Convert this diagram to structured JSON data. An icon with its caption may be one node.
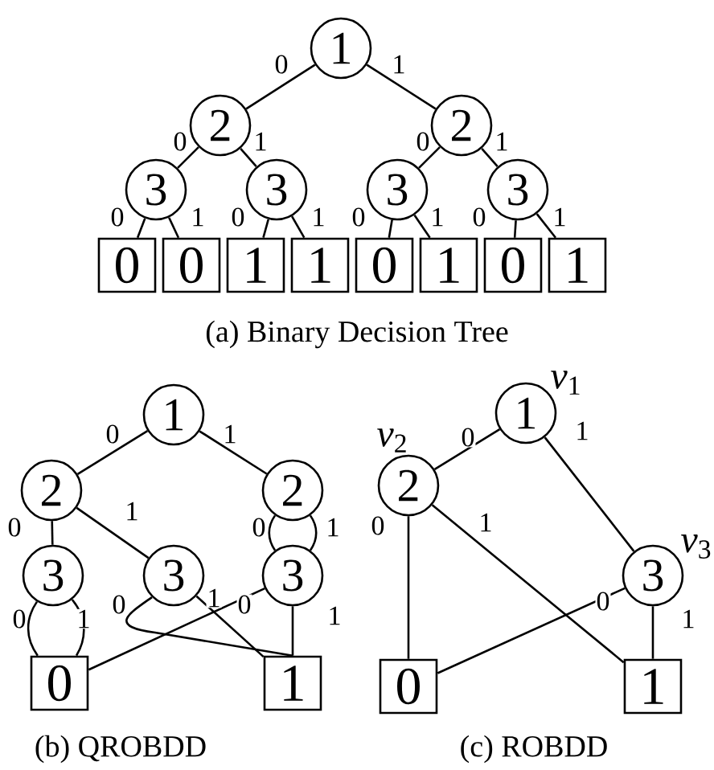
{
  "diagram": {
    "nodes": [
      {
        "text": [
          "1"
        ]
      },
      {
        "text": [
          "2"
        ]
      },
      {
        "text": [
          "2"
        ]
      },
      {
        "text": [
          "3"
        ]
      },
      {
        "text": [
          "3"
        ]
      },
      {
        "text": [
          "3"
        ]
      },
      {
        "text": [
          "3"
        ]
      },
      {
        "text": [
          "0"
        ]
      },
      {
        "text": [
          "0"
        ]
      },
      {
        "text": [
          "1"
        ]
      },
      {
        "text": [
          "1"
        ]
      },
      {
        "text": [
          "0"
        ]
      },
      {
        "text": [
          "1"
        ]
      },
      {
        "text": [
          "0"
        ]
      },
      {
        "text": [
          "1"
        ]
      },
      {
        "text": [
          "1"
        ]
      },
      {
        "text": [
          "2"
        ]
      },
      {
        "text": [
          "2"
        ]
      },
      {
        "text": [
          "3"
        ]
      },
      {
        "text": [
          "3"
        ]
      },
      {
        "text": [
          "3"
        ]
      },
      {
        "text": [
          "0"
        ]
      },
      {
        "text": [
          "1"
        ]
      },
      {
        "text": [
          "1"
        ],
        "beside": [
          "*v*$_{1}$"
        ]
      },
      {
        "text": [
          "2"
        ],
        "beside": [
          "*v*$_{2}$"
        ]
      },
      {
        "text": [
          "3"
        ],
        "beside": [
          "*v*$_{3}$"
        ]
      },
      {
        "text": [
          "0"
        ]
      },
      {
        "text": [
          "1"
        ]
      }
    ],
    "edges": [
      {
        "from": 0,
        "to": 1,
        "arrow": "none",
        "label": "0"
      },
      {
        "from": 0,
        "to": 2,
        "arrow": "none",
        "label": "1"
      },
      {
        "from": 1,
        "to": 3,
        "arrow": "none",
        "label": "0"
      },
      {
        "from": 1,
        "to": 4,
        "arrow": "none",
        "label": "1"
      },
      {
        "from": 2,
        "to": 5,
        "arrow": "none",
        "label": "0"
      },
      {
        "from": 2,
        "to": 6,
        "arrow": "none",
        "label": "1"
      },
      {
        "from": 3,
        "to": 7,
        "arrow": "none",
        "label": "0"
      },
      {
        "from": 3,
        "to": 8,
        "arrow": "none",
        "label": "1"
      },
      {
        "from": 4,
        "to": 9,
        "arrow": "none",
        "label": "0"
      },
      {
        "from": 4,
        "to": 10,
        "arrow": "none",
        "label": "1"
      },
      {
        "from": 5,
        "to": 11,
        "arrow": "none",
        "label": "0"
      },
      {
        "from": 5,
        "to": 12,
        "arrow": "none",
        "label": "1"
      },
      {
        "from": 6,
        "to": 13,
        "arrow": "none",
        "label": "0"
      },
      {
        "from": 6,
        "to": 14,
        "arrow": "none",
        "label": "1"
      },
      {
        "from": 15,
        "to": 16,
        "arrow": "none",
        "label": "0"
      },
      {
        "from": 15,
        "to": 17,
        "arrow": "none",
        "label": "1"
      },
      {
        "from": 16,
        "to": 18,
        "arrow": "none",
        "label": "0"
      },
      {
        "from": 16,
        "to": 19,
        "arrow": "none",
        "label": "1"
      },
      {
        "from": 17,
        "to": 20,
        "arrow": "none",
        "label": "0"
      },
      {
        "from": 17,
        "to": 20,
        "arrow": "none",
        "label": "1"
      },
      {
        "from": 18,
        "to": 21,
        "arrow": "none",
        "label": "0"
      },
      {
        "from": 18,
        "to": 21,
        "arrow": "none",
        "label": "1"
      },
      {
        "from": 19,
        "to": 22,
        "arrow": "none",
        "label": "0"
      },
      {
        "from": 19,
        "to": 22,
        "arrow": "none",
        "label": "1"
      },
      {
        "from": 20,
        "to": 21,
        "arrow": "none",
        "label": "0"
      },
      {
        "from": 20,
        "to": 22,
        "arrow": "none",
        "label": "1"
      },
      {
        "from": 23,
        "to": 24,
        "arrow": "none",
        "label": "0"
      },
      {
        "from": 23,
        "to": 25,
        "arrow": "none",
        "label": "1"
      },
      {
        "from": 24,
        "to": 26,
        "arrow": "none",
        "label": "0"
      },
      {
        "from": 24,
        "to": 27,
        "arrow": "none",
        "label": "1"
      },
      {
        "from": 25,
        "to": 26,
        "arrow": "none",
        "label": "0"
      },
      {
        "from": 25,
        "to": 27,
        "arrow": "none",
        "label": "1"
      }
    ],
    "labels": [
      "(a) Binary Decision Tree",
      "(b) QROBDD",
      "(c) ROBDD"
    ]
  }
}
